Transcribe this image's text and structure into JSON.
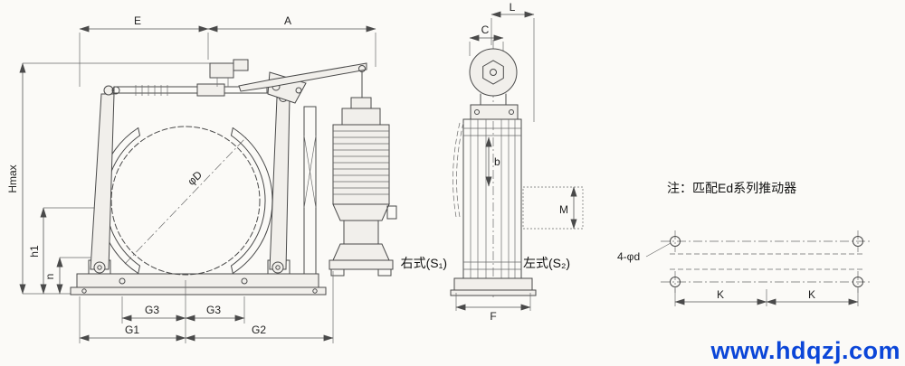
{
  "front_view": {
    "E": "E",
    "A": "A",
    "Hmax": "Hmax",
    "h1": "h1",
    "n": "n",
    "phiD": "φD",
    "G3_left": "G3",
    "G3_right": "G3",
    "G1": "G1",
    "G2": "G2"
  },
  "side_view": {
    "L": "L",
    "C": "C",
    "b": "b",
    "M": "M",
    "F": "F",
    "variant_right": "右式(S₁)",
    "variant_left": "左式(S₂)"
  },
  "hole_pattern": {
    "label": "4-φd",
    "K_left": "K",
    "K_right": "K"
  },
  "note": {
    "text": "注：匹配Ed系列推动器"
  },
  "watermark": {
    "text": "www.hdqzj.com",
    "color": "#0b46d8"
  }
}
